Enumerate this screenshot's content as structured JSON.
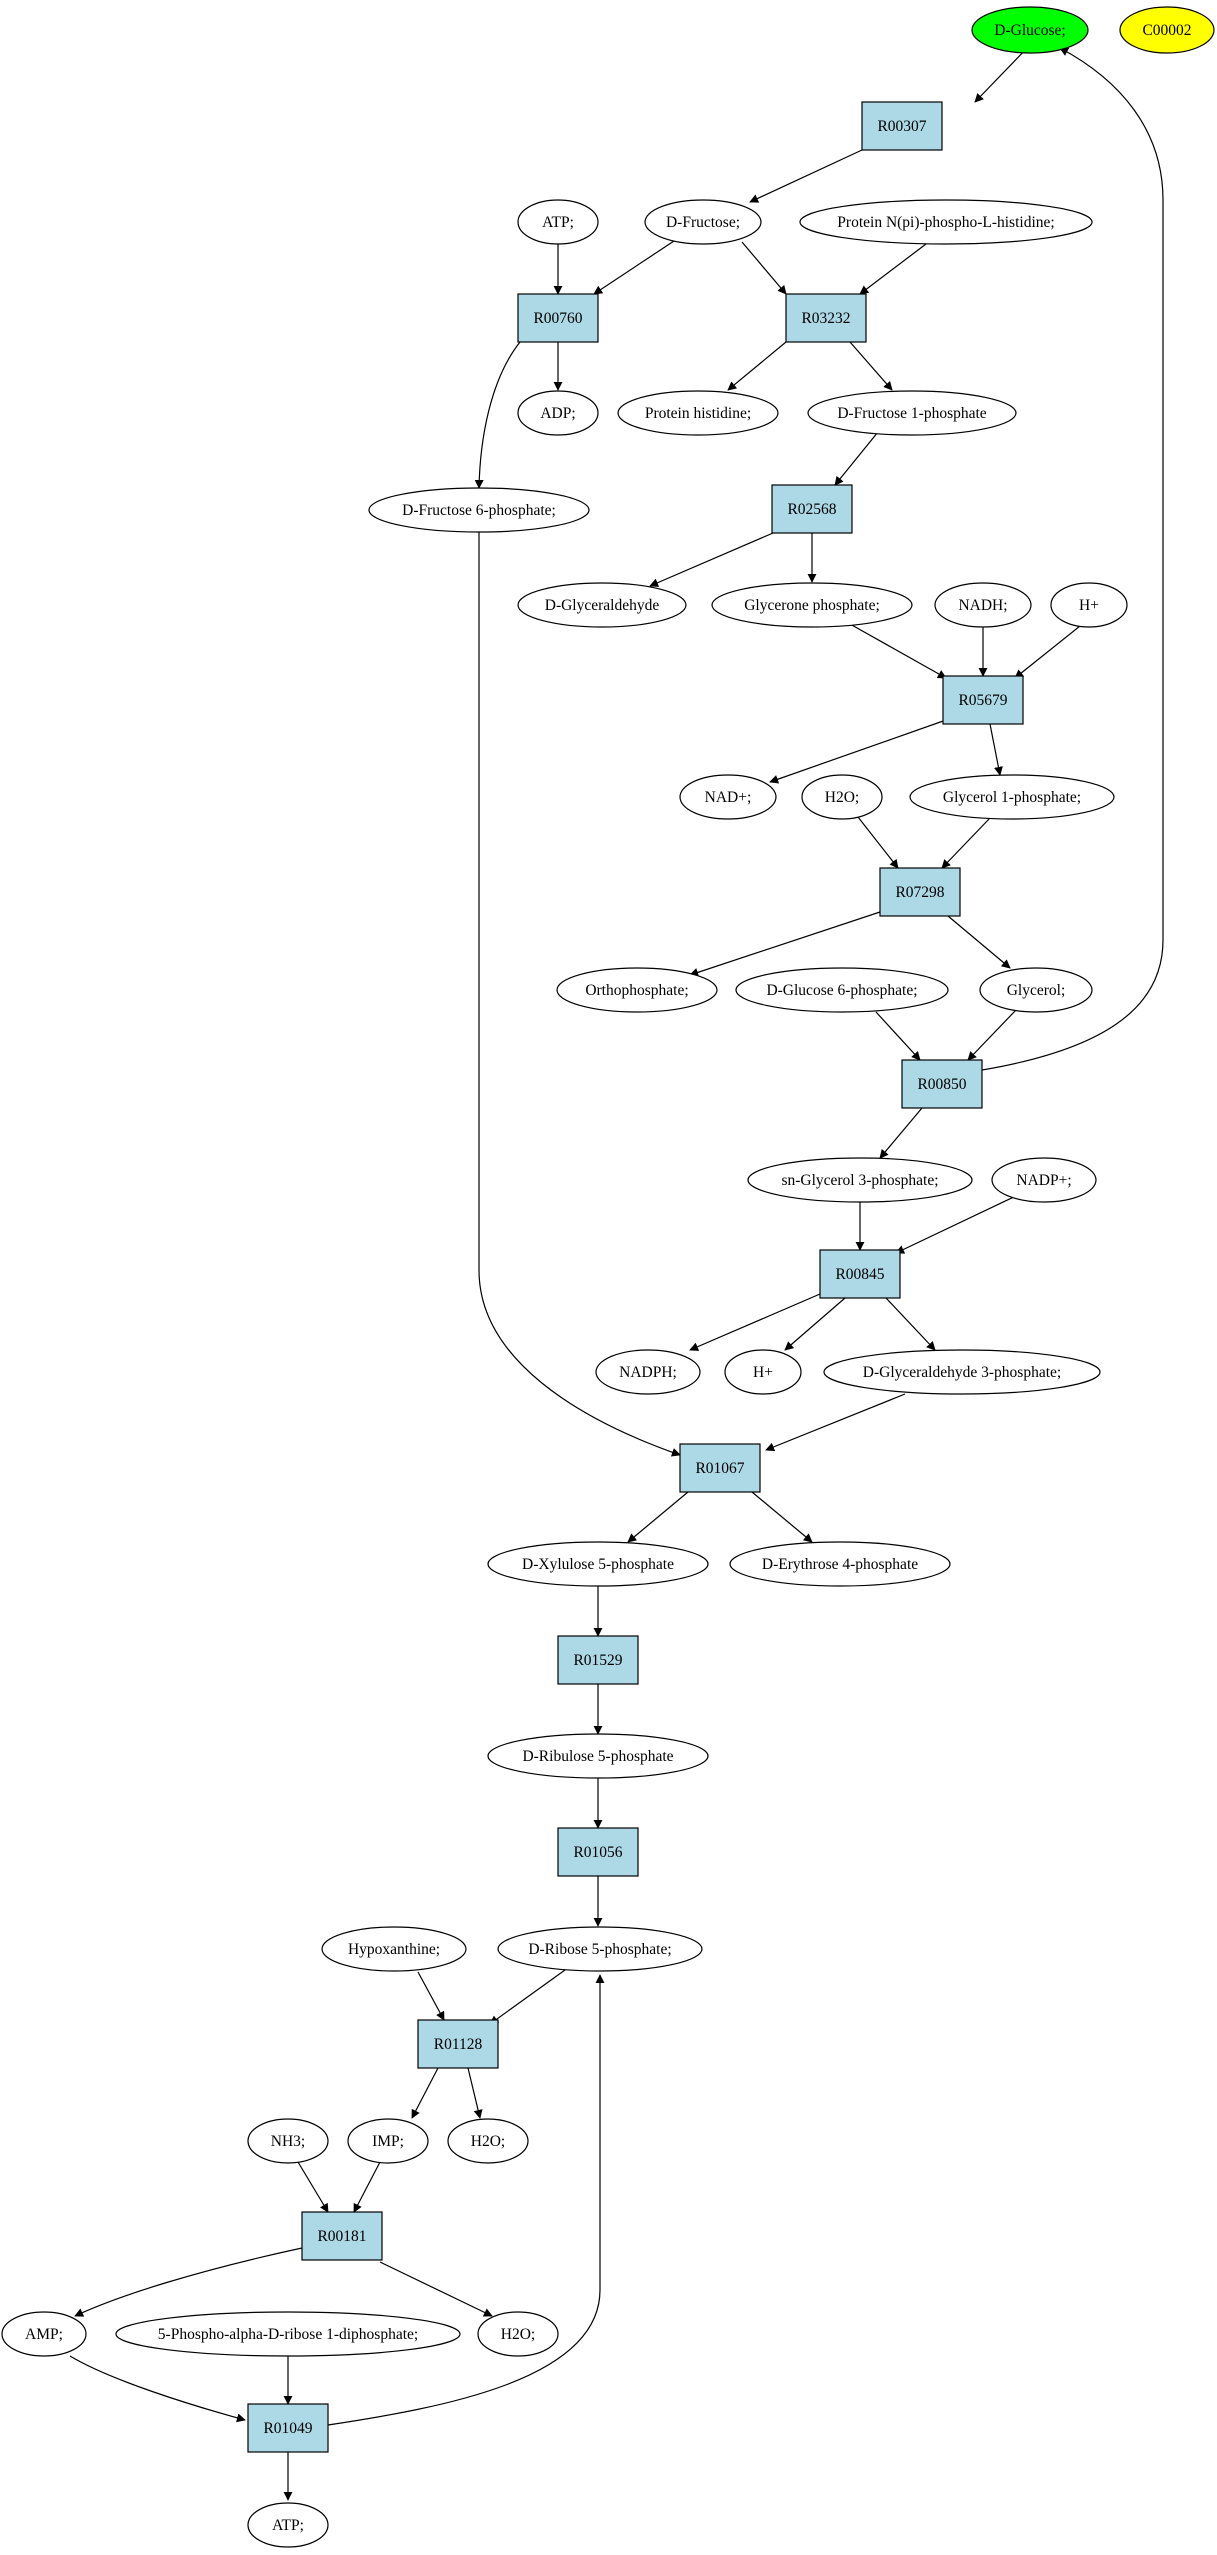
{
  "colors": {
    "reaction_fill": "#add8e6",
    "compound_fill": "#ffffff",
    "source_fill": "#00ff00",
    "highlight_fill": "#ffff00",
    "stroke": "#000000"
  },
  "compounds": {
    "d_glucose": "D-Glucose;",
    "c00002": "C00002",
    "atp_top": "ATP;",
    "d_fructose": "D-Fructose;",
    "protein_n_pi": "Protein N(pi)-phospho-L-histidine;",
    "adp": "ADP;",
    "protein_histidine": "Protein histidine;",
    "d_fructose_1p": "D-Fructose 1-phosphate",
    "d_fructose_6p": "D-Fructose 6-phosphate;",
    "d_glyceraldehyde": "D-Glyceraldehyde",
    "glycerone_p": "Glycerone phosphate;",
    "nadh": "NADH;",
    "h_plus_1": "H+",
    "nad_plus": "NAD+;",
    "h2o_1": "H2O;",
    "glycerol_1p": "Glycerol 1-phosphate;",
    "orthophosphate": "Orthophosphate;",
    "d_glucose_6p": "D-Glucose 6-phosphate;",
    "glycerol": "Glycerol;",
    "sn_glycerol_3p": "sn-Glycerol 3-phosphate;",
    "nadp_plus": "NADP+;",
    "nadph": "NADPH;",
    "h_plus_2": "H+",
    "d_glyceraldehyde_3p": "D-Glyceraldehyde 3-phosphate;",
    "d_xylulose_5p": "D-Xylulose 5-phosphate",
    "d_erythrose_4p": "D-Erythrose 4-phosphate",
    "d_ribulose_5p": "D-Ribulose 5-phosphate",
    "hypoxanthine": "Hypoxanthine;",
    "d_ribose_5p": "D-Ribose 5-phosphate;",
    "nh3": "NH3;",
    "imp": "IMP;",
    "h2o_2": "H2O;",
    "amp": "AMP;",
    "prpp": "5-Phospho-alpha-D-ribose 1-diphosphate;",
    "h2o_3": "H2O;",
    "atp_bottom": "ATP;"
  },
  "reactions": {
    "R00307": "R00307",
    "R00760": "R00760",
    "R03232": "R03232",
    "R02568": "R02568",
    "R05679": "R05679",
    "R07298": "R07298",
    "R00850": "R00850",
    "R00845": "R00845",
    "R01067": "R01067",
    "R01529": "R01529",
    "R01056": "R01056",
    "R01128": "R01128",
    "R00181": "R00181",
    "R01049": "R01049"
  },
  "edges": [
    [
      "d_glucose",
      "R00307"
    ],
    [
      "R00307",
      "d_fructose"
    ],
    [
      "atp_top",
      "R00760"
    ],
    [
      "d_fructose",
      "R00760"
    ],
    [
      "d_fructose",
      "R03232"
    ],
    [
      "protein_n_pi",
      "R03232"
    ],
    [
      "R00760",
      "adp"
    ],
    [
      "R00760",
      "d_fructose_6p"
    ],
    [
      "R03232",
      "protein_histidine"
    ],
    [
      "R03232",
      "d_fructose_1p"
    ],
    [
      "d_fructose_1p",
      "R02568"
    ],
    [
      "R02568",
      "d_glyceraldehyde"
    ],
    [
      "R02568",
      "glycerone_p"
    ],
    [
      "glycerone_p",
      "R05679"
    ],
    [
      "nadh",
      "R05679"
    ],
    [
      "h_plus_1",
      "R05679"
    ],
    [
      "R05679",
      "nad_plus"
    ],
    [
      "R05679",
      "glycerol_1p"
    ],
    [
      "h2o_1",
      "R07298"
    ],
    [
      "glycerol_1p",
      "R07298"
    ],
    [
      "R07298",
      "orthophosphate"
    ],
    [
      "R07298",
      "glycerol"
    ],
    [
      "d_glucose_6p",
      "R00850"
    ],
    [
      "glycerol",
      "R00850"
    ],
    [
      "R00850",
      "d_glucose"
    ],
    [
      "R00850",
      "sn_glycerol_3p"
    ],
    [
      "sn_glycerol_3p",
      "R00845"
    ],
    [
      "nadp_plus",
      "R00845"
    ],
    [
      "R00845",
      "nadph"
    ],
    [
      "R00845",
      "h_plus_2"
    ],
    [
      "R00845",
      "d_glyceraldehyde_3p"
    ],
    [
      "d_fructose_6p",
      "R01067"
    ],
    [
      "d_glyceraldehyde_3p",
      "R01067"
    ],
    [
      "R01067",
      "d_xylulose_5p"
    ],
    [
      "R01067",
      "d_erythrose_4p"
    ],
    [
      "d_xylulose_5p",
      "R01529"
    ],
    [
      "R01529",
      "d_ribulose_5p"
    ],
    [
      "d_ribulose_5p",
      "R01056"
    ],
    [
      "R01056",
      "d_ribose_5p"
    ],
    [
      "hypoxanthine",
      "R01128"
    ],
    [
      "d_ribose_5p",
      "R01128"
    ],
    [
      "R01128",
      "imp"
    ],
    [
      "R01128",
      "h2o_2"
    ],
    [
      "nh3",
      "R00181"
    ],
    [
      "imp",
      "R00181"
    ],
    [
      "R00181",
      "amp"
    ],
    [
      "R00181",
      "h2o_3"
    ],
    [
      "amp",
      "R01049"
    ],
    [
      "prpp",
      "R01049"
    ],
    [
      "R01049",
      "atp_bottom"
    ],
    [
      "R01049",
      "d_ribose_5p"
    ]
  ]
}
